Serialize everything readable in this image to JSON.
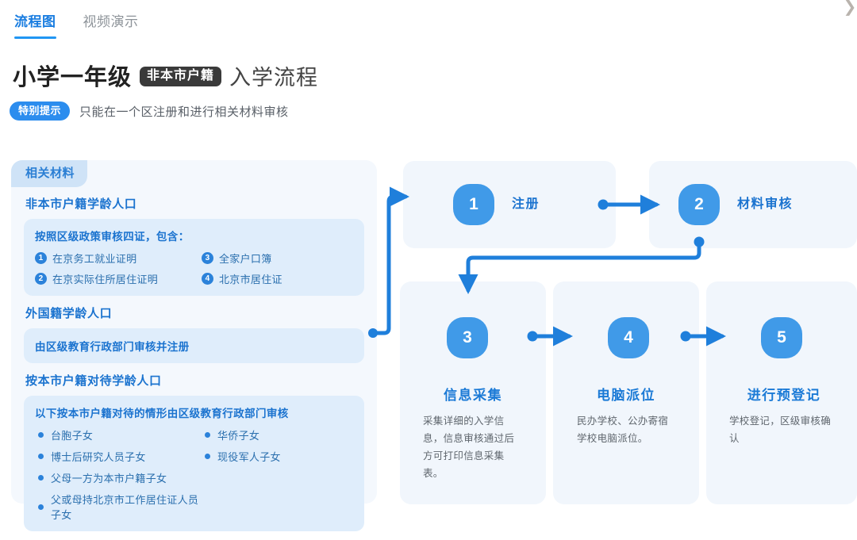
{
  "corner": {
    "glyph": "❯",
    "icon": "chevron-right-icon"
  },
  "tabs": [
    {
      "label": "流程图",
      "active": true
    },
    {
      "label": "视频演示",
      "active": false
    }
  ],
  "header": {
    "title_main": "小学一年级",
    "title_chip": "非本市户籍",
    "title_tail": "入学流程",
    "notice_badge": "特别提示",
    "notice_text": "只能在一个区注册和进行相关材料审核"
  },
  "materials": {
    "tab_label": "相关材料",
    "groups": [
      {
        "title": "非本市户籍学龄人口",
        "card_title": "按照区级政策审核四证，包含：",
        "numbered": [
          {
            "num": "1",
            "text": "在京务工就业证明"
          },
          {
            "num": "3",
            "text": "全家户口簿"
          },
          {
            "num": "2",
            "text": "在京实际住所居住证明"
          },
          {
            "num": "4",
            "text": "北京市居住证"
          }
        ]
      },
      {
        "title": "外国籍学龄人口",
        "single_text": "由区级教育行政部门审核并注册"
      },
      {
        "title": "按本市户籍对待学龄人口",
        "card_title": "以下按本市户籍对待的情形由区级教育行政部门审核",
        "bullets": [
          "台胞子女",
          "博士后研究人员子女",
          "父母一方为本市户籍子女",
          "父或母持北京市工作居住证人员子女",
          "华侨子女",
          "现役军人子女",
          "",
          ""
        ]
      }
    ]
  },
  "flow": {
    "steps": [
      {
        "num": "1",
        "label": "注册",
        "desc": ""
      },
      {
        "num": "2",
        "label": "材料审核",
        "desc": ""
      },
      {
        "num": "3",
        "label": "信息采集",
        "desc": "采集详细的入学信息，信息审核通过后方可打印信息采集表。"
      },
      {
        "num": "4",
        "label": "电脑派位",
        "desc": "民办学校、公办寄宿学校电脑派位。"
      },
      {
        "num": "5",
        "label": "进行预登记",
        "desc": "学校登记，区级审核确认"
      }
    ]
  },
  "colors": {
    "accent": "#2196f3",
    "accent_dark": "#1b73cf",
    "badge_blue": "#2c8dee",
    "chip_dark": "#3a3a3a",
    "panel_bg": "#f4f8fd",
    "card_bg": "#dfedfb",
    "step_bg": "#f1f6fc",
    "squircle": "#409ae8",
    "connector": "#1f7fdb",
    "tab_inactive": "#8d9399"
  }
}
